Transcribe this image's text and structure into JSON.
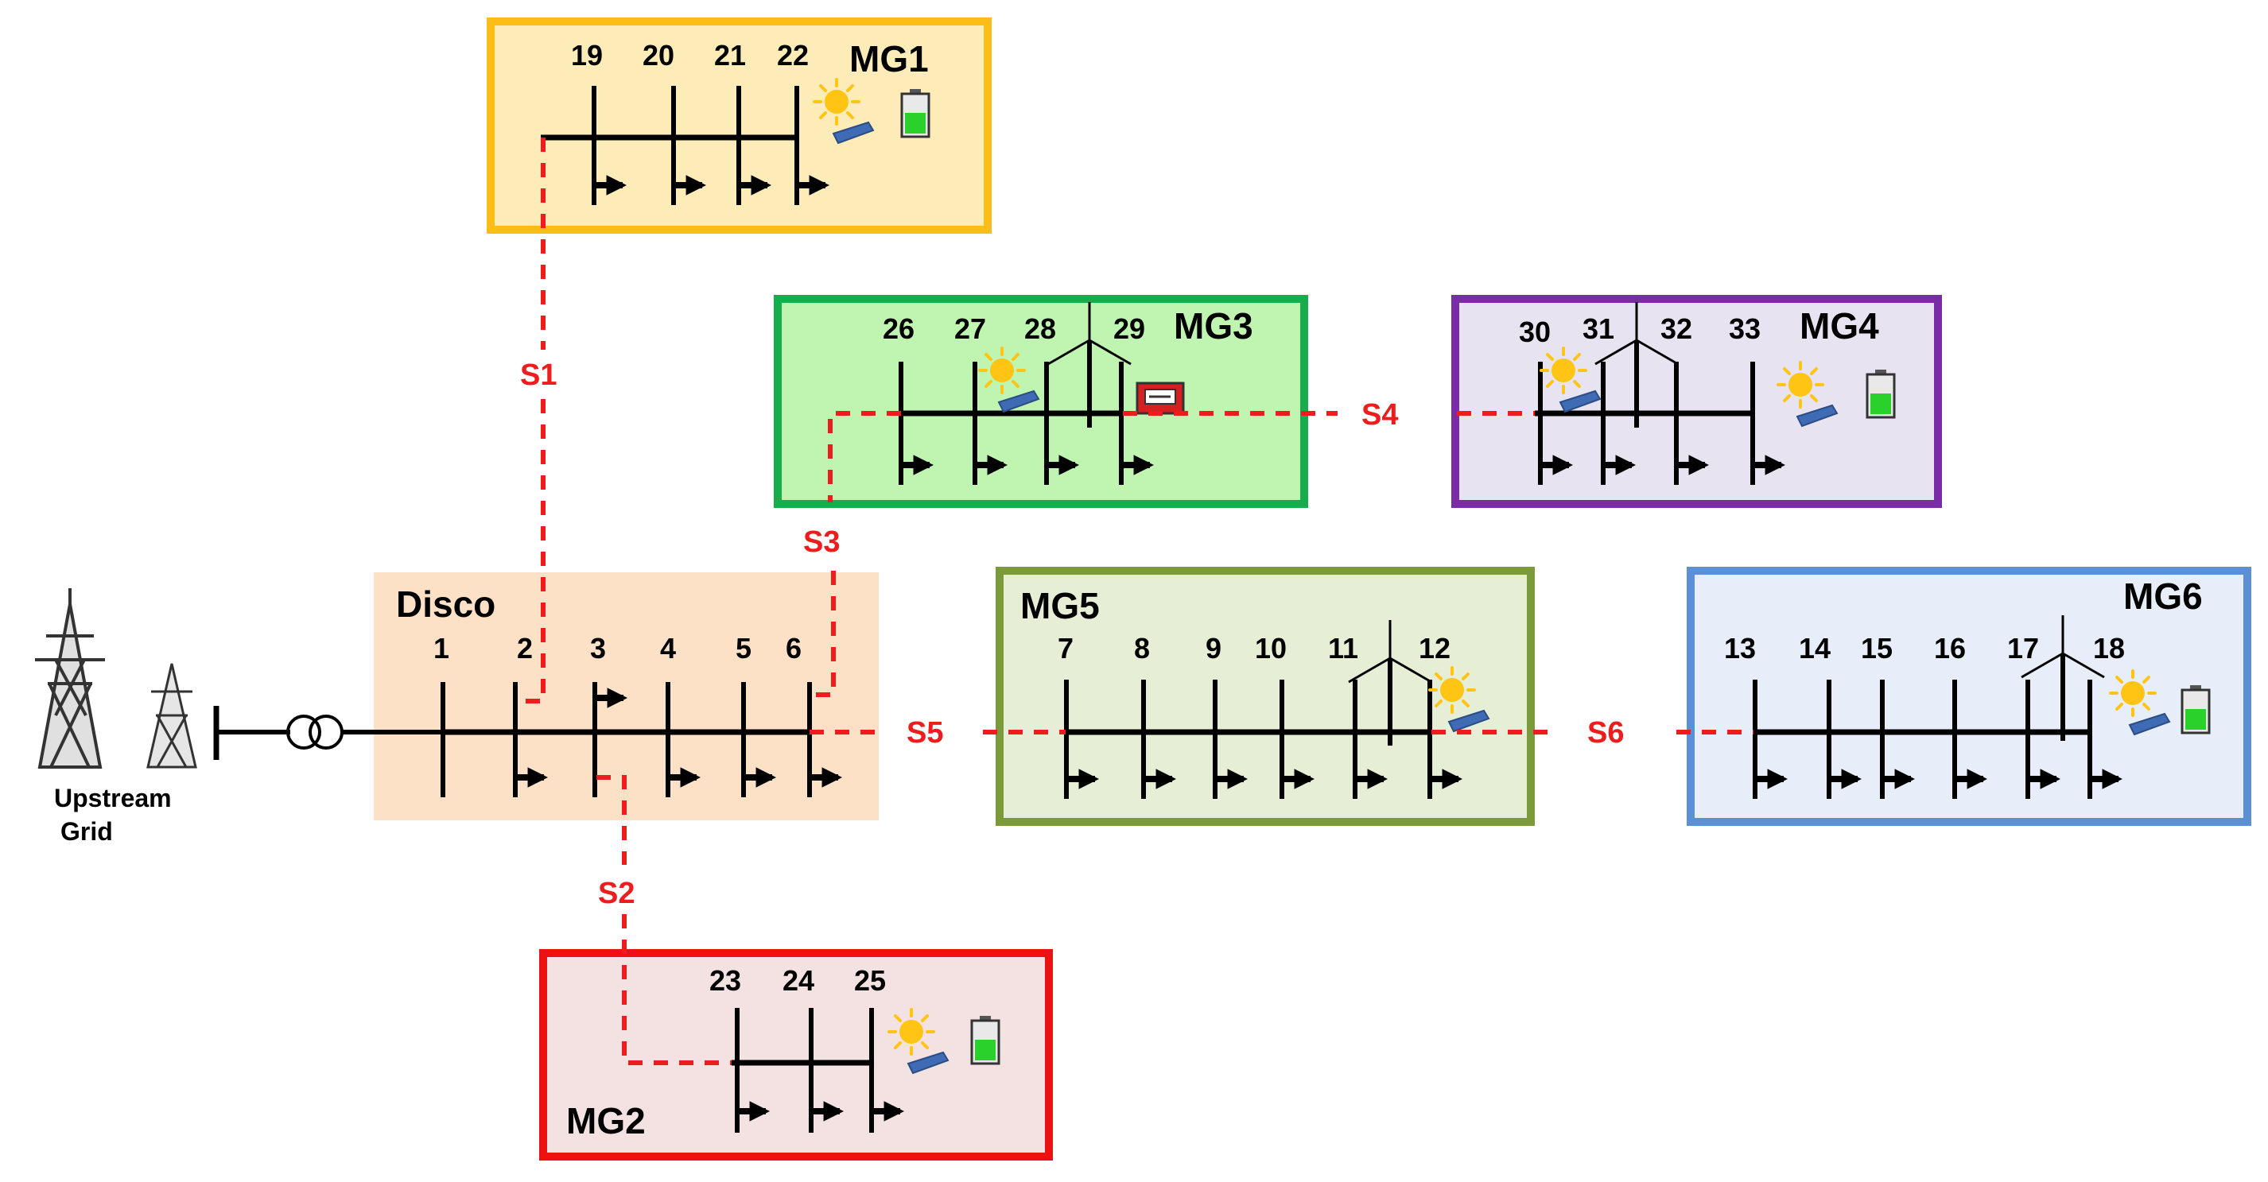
{
  "upstream": {
    "label_line1": "Upstream",
    "label_line2": "Grid"
  },
  "colors": {
    "switch_line": "#ee1c1c",
    "bus": "#000000"
  },
  "boxes": [
    {
      "id": "mg1",
      "label": "MG1",
      "fill": "#fdebb8",
      "border": "#fbbd16",
      "buses": [
        "19",
        "20",
        "21",
        "22"
      ],
      "assets": [
        "solar-panel",
        "battery"
      ]
    },
    {
      "id": "mg3",
      "label": "MG3",
      "fill": "#bff5b0",
      "border": "#16ad4c",
      "buses": [
        "26",
        "27",
        "28",
        "29"
      ],
      "assets": [
        "solar-panel",
        "wind-turbine",
        "diesel-generator"
      ]
    },
    {
      "id": "mg4",
      "label": "MG4",
      "fill": "#e7e3f0",
      "border": "#7a2ca7",
      "buses": [
        "30",
        "31",
        "32",
        "33"
      ],
      "assets": [
        "solar-panel",
        "wind-turbine",
        "solar-panel",
        "battery"
      ]
    },
    {
      "id": "disco",
      "label": "Disco",
      "fill": "#fde1c7",
      "border": "",
      "buses": [
        "1",
        "2",
        "3",
        "4",
        "5",
        "6"
      ],
      "assets": []
    },
    {
      "id": "mg5",
      "label": "MG5",
      "fill": "#e6efd6",
      "border": "#7b9a3c",
      "buses": [
        "7",
        "8",
        "9",
        "10",
        "11",
        "12"
      ],
      "assets": [
        "wind-turbine",
        "solar-panel"
      ]
    },
    {
      "id": "mg6",
      "label": "MG6",
      "fill": "#e8eef9",
      "border": "#5b8fd6",
      "buses": [
        "13",
        "14",
        "15",
        "16",
        "17",
        "18"
      ],
      "assets": [
        "wind-turbine",
        "solar-panel",
        "battery"
      ]
    },
    {
      "id": "mg2",
      "label": "MG2",
      "fill": "#f4e1e1",
      "border": "#ee1111",
      "buses": [
        "23",
        "24",
        "25"
      ],
      "assets": [
        "solar-panel",
        "battery"
      ]
    }
  ],
  "switches": [
    "S1",
    "S2",
    "S3",
    "S4",
    "S5",
    "S6"
  ]
}
